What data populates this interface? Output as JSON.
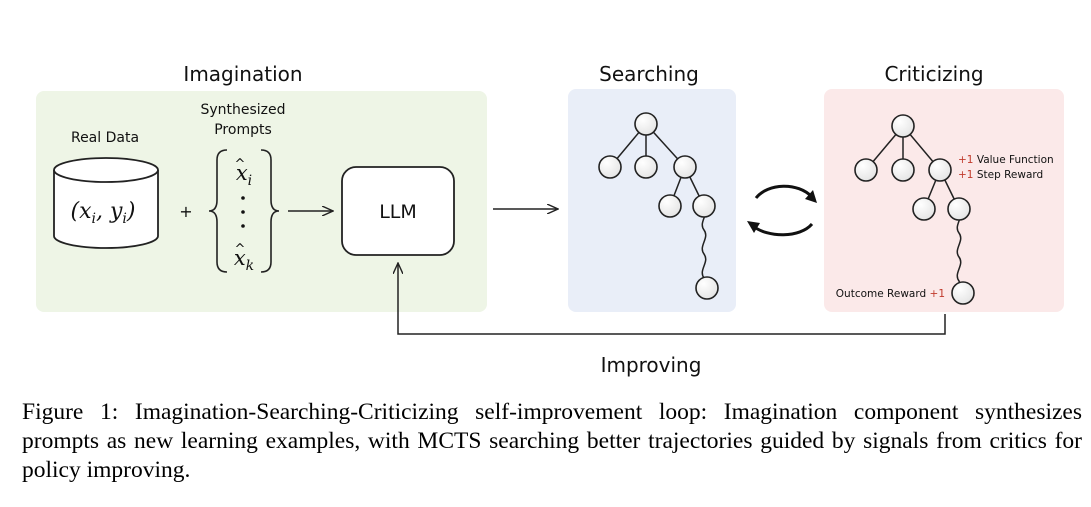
{
  "sections": {
    "imagination": {
      "title": "Imagination",
      "color": "#eef5e6"
    },
    "searching": {
      "title": "Searching",
      "color": "#e9eef8"
    },
    "criticizing": {
      "title": "Criticizing",
      "color": "#fbe9e9"
    }
  },
  "real_data": {
    "label": "Real Data",
    "x_var": "x",
    "x_sub": "i",
    "y_var": "y",
    "y_sub": "i"
  },
  "plus_sign": "+",
  "synthesized": {
    "label_line1": "Synthesized",
    "label_line2": "Prompts",
    "top_var": "x",
    "top_sub": "i",
    "bottom_var": "x",
    "bottom_sub": "k",
    "hat": "^"
  },
  "llm": {
    "label": "LLM"
  },
  "critic_labels": {
    "value_function_plus": "+1",
    "value_function": "Value Function",
    "step_reward_plus": "+1",
    "step_reward": "Step Reward",
    "outcome_reward": "Outcome Reward",
    "outcome_reward_plus": "+1",
    "plus_color": "#c0392b"
  },
  "improving": {
    "label": "Improving"
  },
  "caption": "Figure 1: Imagination-Searching-Criticizing self-improvement loop: Imagination component synthesizes prompts as new learning examples, with MCTS searching better trajectories guided by signals from critics for policy improving."
}
